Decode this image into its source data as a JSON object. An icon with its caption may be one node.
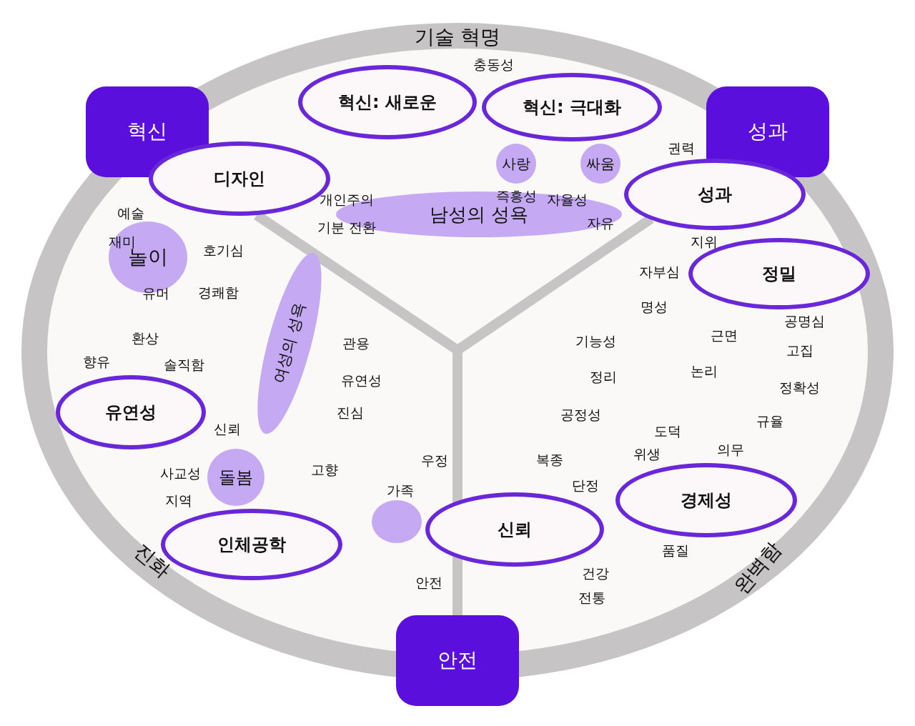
{
  "diagram": {
    "nodes": [
      {
        "text": [
          "혁신"
        ]
      },
      {
        "text": [
          "혁신: 새로운"
        ]
      },
      {
        "text": [
          "혁신: 극대화"
        ]
      },
      {
        "text": [
          "성과"
        ]
      },
      {
        "text": [
          "디자인"
        ]
      },
      {
        "text": [
          "사랑"
        ]
      },
      {
        "text": [
          "싸움"
        ]
      },
      {
        "text": [
          "성과"
        ]
      },
      {
        "text": [
          "남성의 성욕"
        ]
      },
      {
        "text": [
          "놀이"
        ]
      },
      {
        "text": [
          "정밀"
        ]
      },
      {
        "text": [
          "여성의 성욕"
        ]
      },
      {
        "text": [
          "유연성"
        ]
      },
      {
        "text": [
          "돌봄"
        ]
      },
      {
        "text": [
          "인체공학"
        ]
      },
      {
        "text": [],
        "shape": "circle"
      },
      {
        "text": [
          "신뢰"
        ]
      },
      {
        "text": [
          "경제성"
        ]
      },
      {
        "text": [
          "안전"
        ]
      }
    ],
    "labels": [
      "기술 혁명",
      "충동성",
      "권력",
      "즉흥성",
      "자율성",
      "개인주의",
      "예술",
      "자유",
      "기분 전환",
      "지위",
      "재미",
      "호기심",
      "자부심",
      "유머",
      "경쾌함",
      "명성",
      "공명심",
      "근면",
      "환상",
      "기능성",
      "관용",
      "고집",
      "향유",
      "솔직함",
      "논리",
      "정리",
      "유연성",
      "정확성",
      "진심",
      "공정성",
      "규율",
      "도덕",
      "신뢰",
      "의무",
      "위생",
      "복종",
      "우정",
      "사교성",
      "고향",
      "가족",
      "단정",
      "지역",
      "품질",
      "진화",
      "완벽함",
      "건강",
      "안전",
      "전통"
    ]
  }
}
